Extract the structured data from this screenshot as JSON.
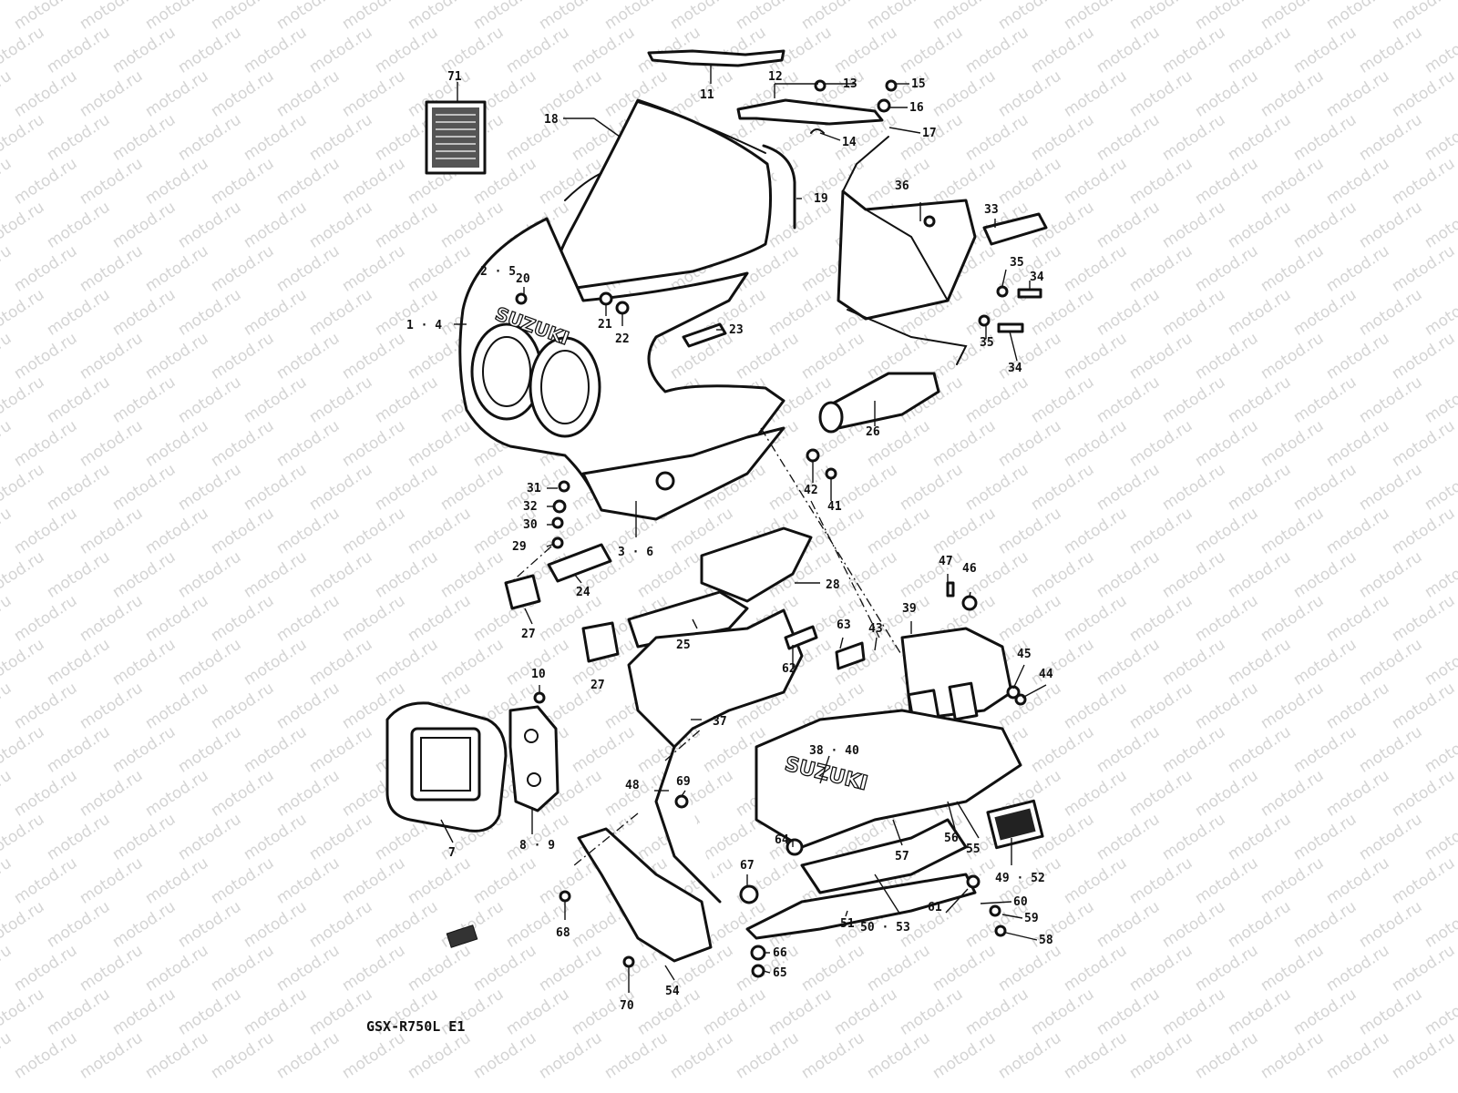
{
  "watermark": "motod.ru",
  "model_label": "GSX-R750L E1",
  "callouts": [
    "71",
    "11",
    "12",
    "13",
    "15",
    "16",
    "17",
    "14",
    "18",
    "19",
    "36",
    "33",
    "35",
    "34",
    "2 · 5",
    "20",
    "1 · 4",
    "21",
    "22",
    "23",
    "26",
    "42",
    "41",
    "31",
    "32",
    "30",
    "29",
    "3 · 6",
    "24",
    "27",
    "28",
    "47",
    "46",
    "39",
    "25",
    "63",
    "43",
    "62",
    "45",
    "44",
    "10",
    "7",
    "8 · 9",
    "37",
    "38 · 40",
    "48",
    "69",
    "56",
    "55",
    "57",
    "49 · 52",
    "64",
    "67",
    "60",
    "61",
    "59",
    "58",
    "68",
    "50 · 53",
    "51",
    "66",
    "65",
    "54",
    "70"
  ],
  "decal_text": [
    "SUZUKI",
    "SUZUKI"
  ]
}
